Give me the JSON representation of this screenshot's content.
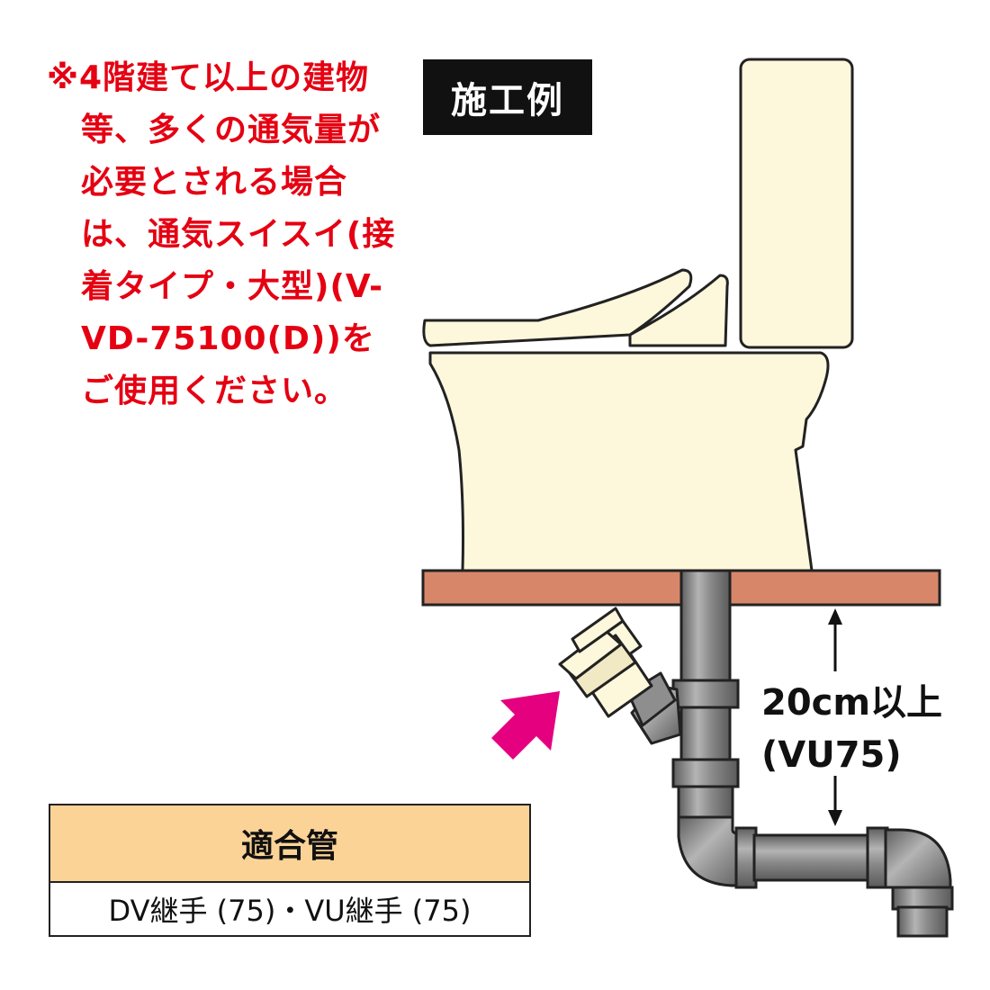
{
  "note": {
    "lines": [
      "※4階建て以上の建物",
      "等、多くの通気量が",
      "必要とされる場合",
      "は、通気スイスイ(接",
      "着タイプ・大型)(V-",
      "VD-75100(D))を",
      "ご使用ください。"
    ]
  },
  "tag": {
    "label": "施工例"
  },
  "dimension": {
    "line1": "20cm以上",
    "line2": "(VU75)"
  },
  "table": {
    "header": "適合管",
    "value": "DV継手 (75)・VU継手 (75)"
  },
  "colors": {
    "note_text": "#e50012",
    "toilet_fill": "#fdf7dc",
    "floor_fill": "#d7866a",
    "pipe_fill": "#8a8a8a",
    "arrow_fill": "#e4007f",
    "table_header_fill": "#fcd397"
  },
  "icons": {
    "arrow": "pointer-arrow-icon"
  }
}
